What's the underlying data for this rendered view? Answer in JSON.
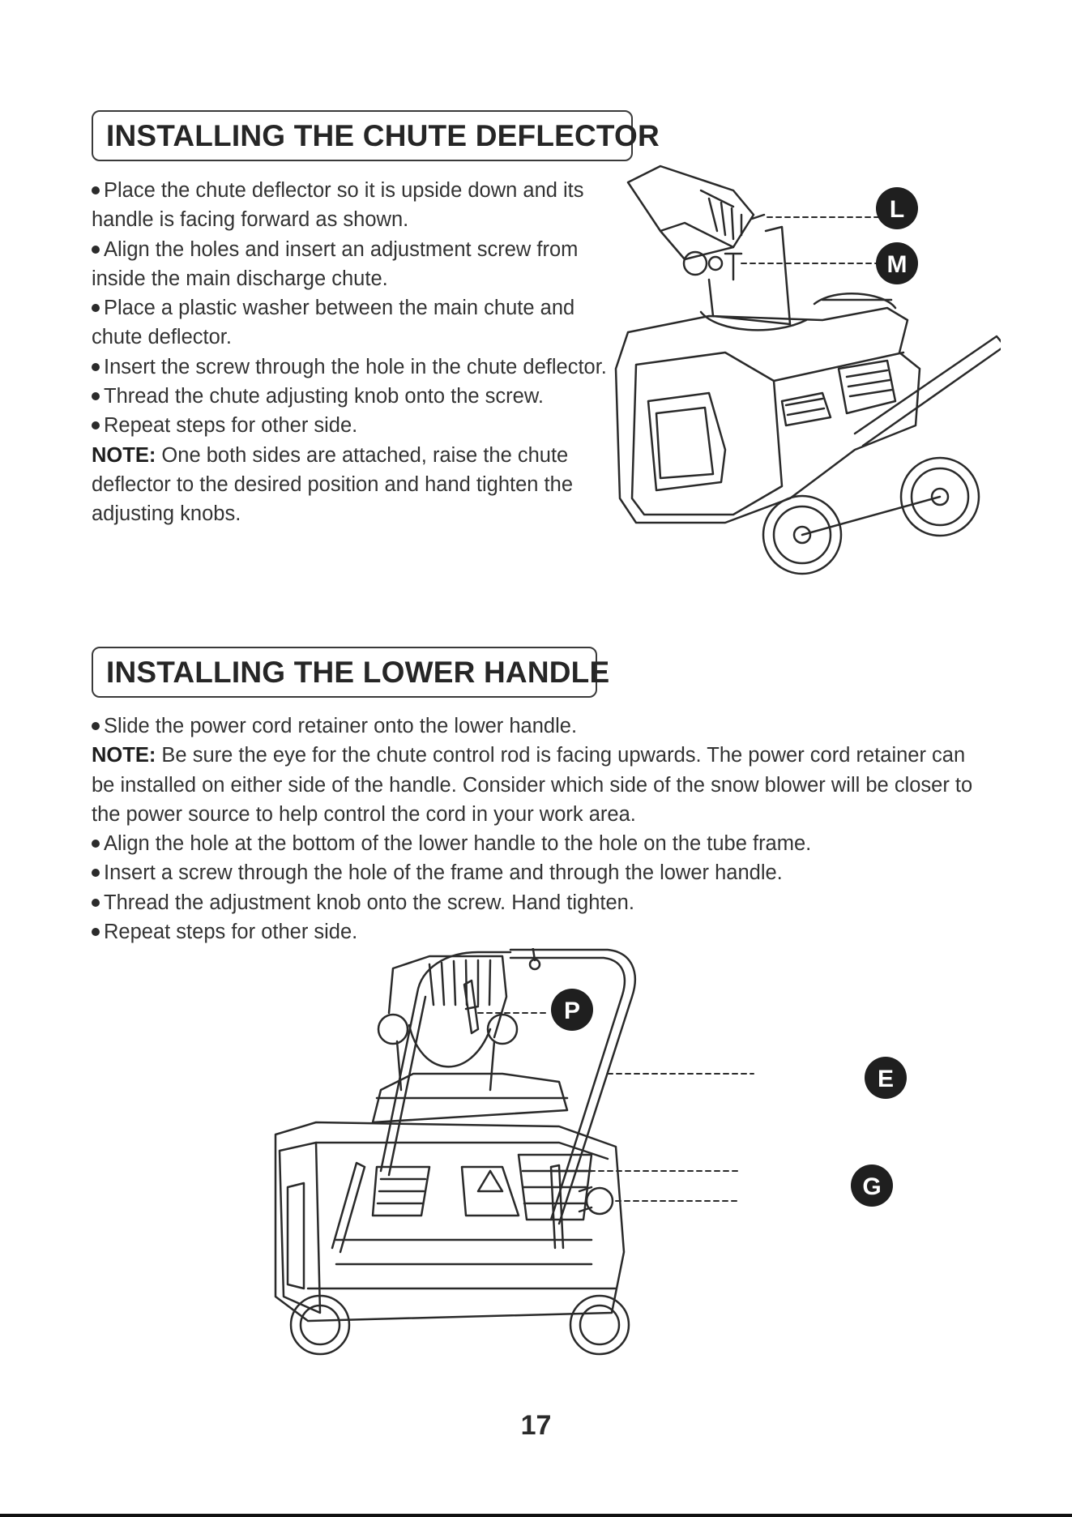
{
  "section1": {
    "title": "INSTALLING THE CHUTE DEFLECTOR",
    "steps": [
      "Place the chute deflector so it is upside down and its handle is facing forward as shown.",
      "Align the holes and insert an adjustment screw from inside the main discharge chute.",
      "Place a plastic washer between the main chute and chute deflector.",
      "Insert the screw through the hole in the chute deflector.",
      "Thread the chute adjusting knob onto the screw.",
      "Repeat steps for other side."
    ],
    "note_label": "NOTE:",
    "note_text": "One both sides are attached, raise the chute deflector to the desired position and hand tighten the adjusting knobs.",
    "callouts": [
      "L",
      "M"
    ]
  },
  "section2": {
    "title": "INSTALLING THE LOWER HANDLE",
    "step_first": "Slide the power cord retainer onto the lower handle.",
    "note_label": "NOTE:",
    "note_text": "Be sure the eye for the chute control rod is facing upwards. The power cord retainer can be installed on either side of the handle. Consider which side of the snow blower will be closer to the power source to help control the cord in your work area.",
    "steps_after": [
      "Align the hole at the bottom of the lower handle to the hole on the tube frame.",
      "Insert a screw through the hole of the frame and through the lower handle.",
      "Thread the adjustment knob onto the screw. Hand tighten.",
      "Repeat steps for other side."
    ],
    "callouts": [
      "P",
      "E",
      "G"
    ]
  },
  "page_number": "17"
}
